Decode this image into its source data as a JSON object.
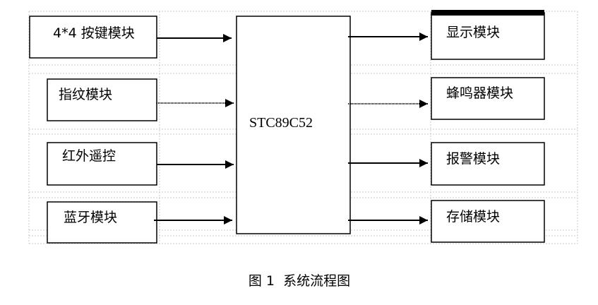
{
  "diagram": {
    "inputs": [
      {
        "label": "4*4 按键模块"
      },
      {
        "label": "指纹模块"
      },
      {
        "label": "红外遥控"
      },
      {
        "label": "蓝牙模块"
      }
    ],
    "controller": {
      "label": "STC89C52"
    },
    "outputs": [
      {
        "label": "显示模块"
      },
      {
        "label": "蜂鸣器模块"
      },
      {
        "label": "报警模块"
      },
      {
        "label": "存储模块"
      }
    ],
    "caption": "图 1  系统流程图"
  }
}
